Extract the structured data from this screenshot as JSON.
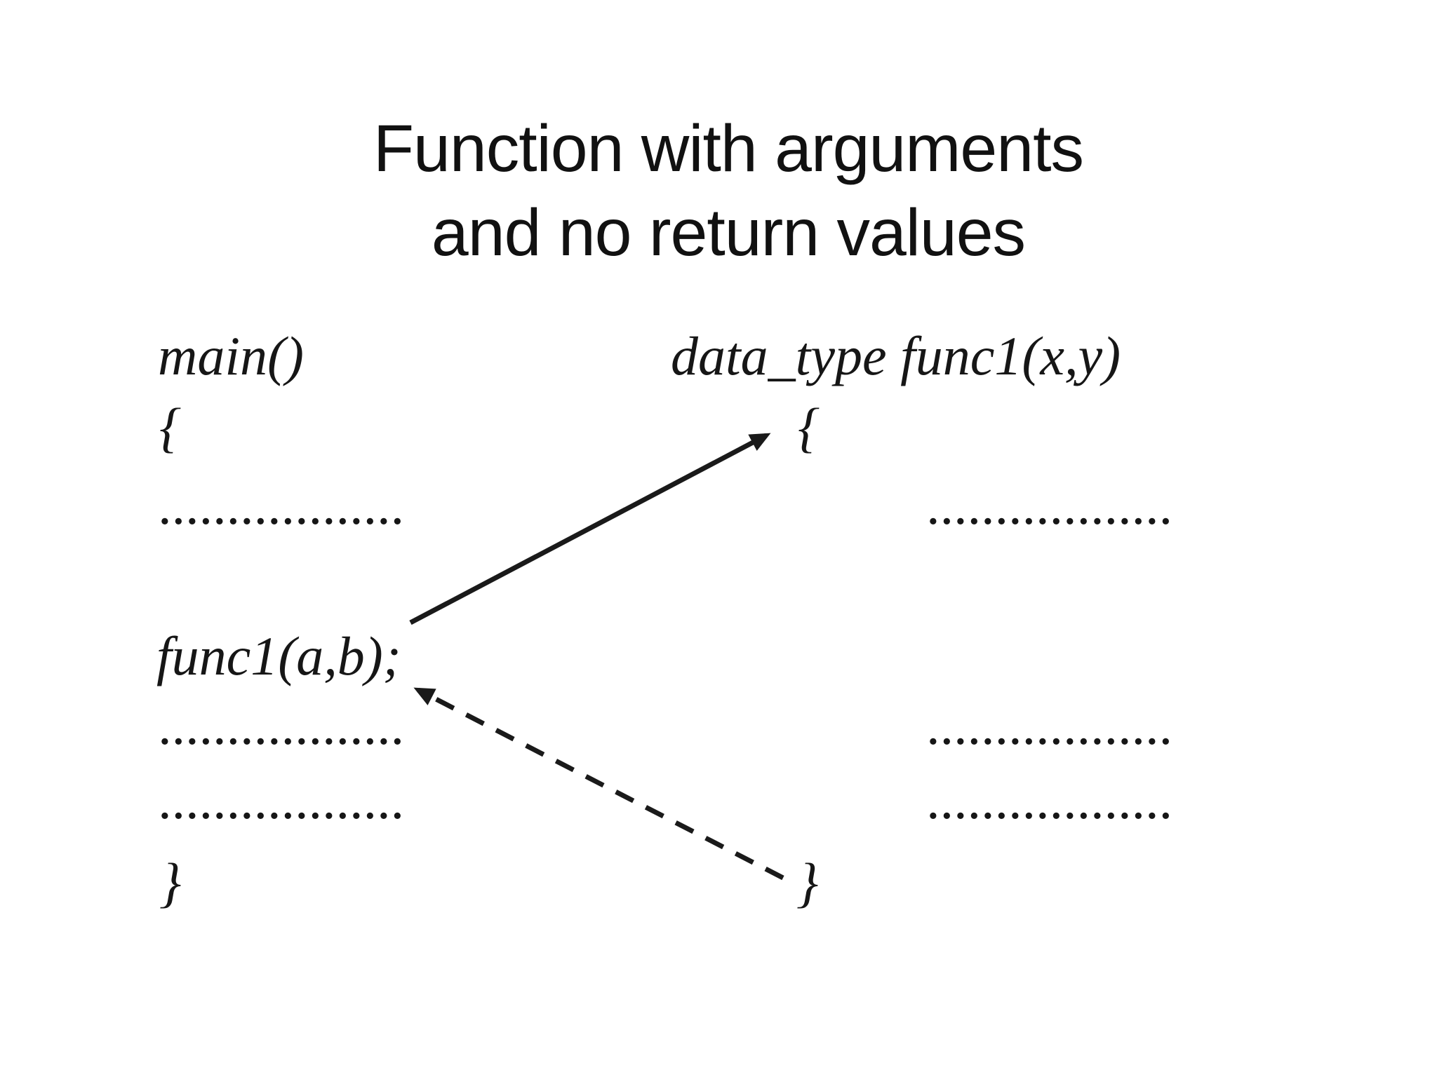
{
  "title": {
    "line1": "Function with arguments",
    "line2": "and no return values"
  },
  "main_function": {
    "header": "main()",
    "open_brace": "{",
    "dots_before_call": "..................",
    "call_statement": "func1(a,b);",
    "dots_after_call_1": "..................",
    "dots_after_call_2": "..................",
    "close_brace": "}"
  },
  "called_function": {
    "header": "data_type func1(x,y)",
    "open_brace": "{",
    "body_dots_1": "..................",
    "body_dots_2": "..................",
    "body_dots_3": "..................",
    "close_brace": "}"
  },
  "arrows": {
    "call_arrow": {
      "style": "solid",
      "from": "func1(a,b); call inside main()",
      "to": "opening brace of func1 definition"
    },
    "return_arrow": {
      "style": "dashed",
      "from": "closing brace of func1 definition",
      "to": "statement after func1(a,b); call in main()"
    }
  },
  "colors": {
    "text": "#161616",
    "title_text": "#111111",
    "arrow": "#1a1a1a",
    "background": "#ffffff"
  }
}
